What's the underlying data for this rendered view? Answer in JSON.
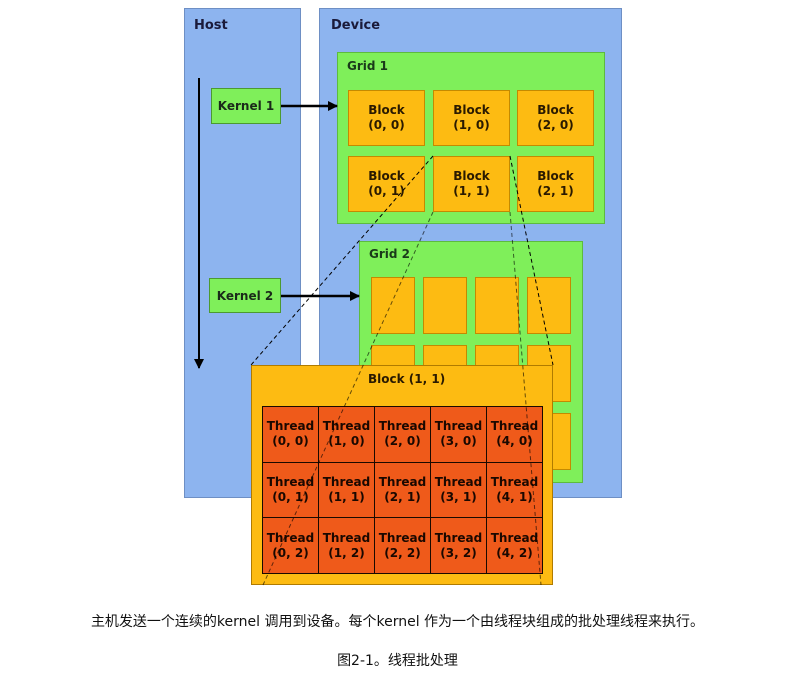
{
  "host": {
    "title": "Host"
  },
  "device": {
    "title": "Device"
  },
  "kernels": [
    {
      "label": "Kernel 1"
    },
    {
      "label": "Kernel 2"
    }
  ],
  "grid1": {
    "title": "Grid 1",
    "blocks": [
      {
        "line1": "Block",
        "line2": "(0, 0)"
      },
      {
        "line1": "Block",
        "line2": "(1, 0)"
      },
      {
        "line1": "Block",
        "line2": "(2, 0)"
      },
      {
        "line1": "Block",
        "line2": "(0, 1)"
      },
      {
        "line1": "Block",
        "line2": "(1, 1)"
      },
      {
        "line1": "Block",
        "line2": "(2, 1)"
      }
    ]
  },
  "grid2": {
    "title": "Grid 2"
  },
  "zoom_block": {
    "title": "Block (1, 1)",
    "threads": [
      {
        "line1": "Thread",
        "line2": "(0, 0)"
      },
      {
        "line1": "Thread",
        "line2": "(1, 0)"
      },
      {
        "line1": "Thread",
        "line2": "(2, 0)"
      },
      {
        "line1": "Thread",
        "line2": "(3, 0)"
      },
      {
        "line1": "Thread",
        "line2": "(4, 0)"
      },
      {
        "line1": "Thread",
        "line2": "(0, 1)"
      },
      {
        "line1": "Thread",
        "line2": "(1, 1)"
      },
      {
        "line1": "Thread",
        "line2": "(2, 1)"
      },
      {
        "line1": "Thread",
        "line2": "(3, 1)"
      },
      {
        "line1": "Thread",
        "line2": "(4, 1)"
      },
      {
        "line1": "Thread",
        "line2": "(0, 2)"
      },
      {
        "line1": "Thread",
        "line2": "(1, 2)"
      },
      {
        "line1": "Thread",
        "line2": "(2, 2)"
      },
      {
        "line1": "Thread",
        "line2": "(3, 2)"
      },
      {
        "line1": "Thread",
        "line2": "(4, 2)"
      }
    ]
  },
  "caption": {
    "text": "主机发送一个连续的kernel 调用到设备。每个kernel 作为一个由线程块组成的批处理线程来执行。",
    "figure": "图2-1。线程批处理"
  },
  "colors": {
    "panel": "#8db4ef",
    "grid": "#7fef5a",
    "block": "#fdbb12",
    "thread": "#ef5a1a"
  }
}
